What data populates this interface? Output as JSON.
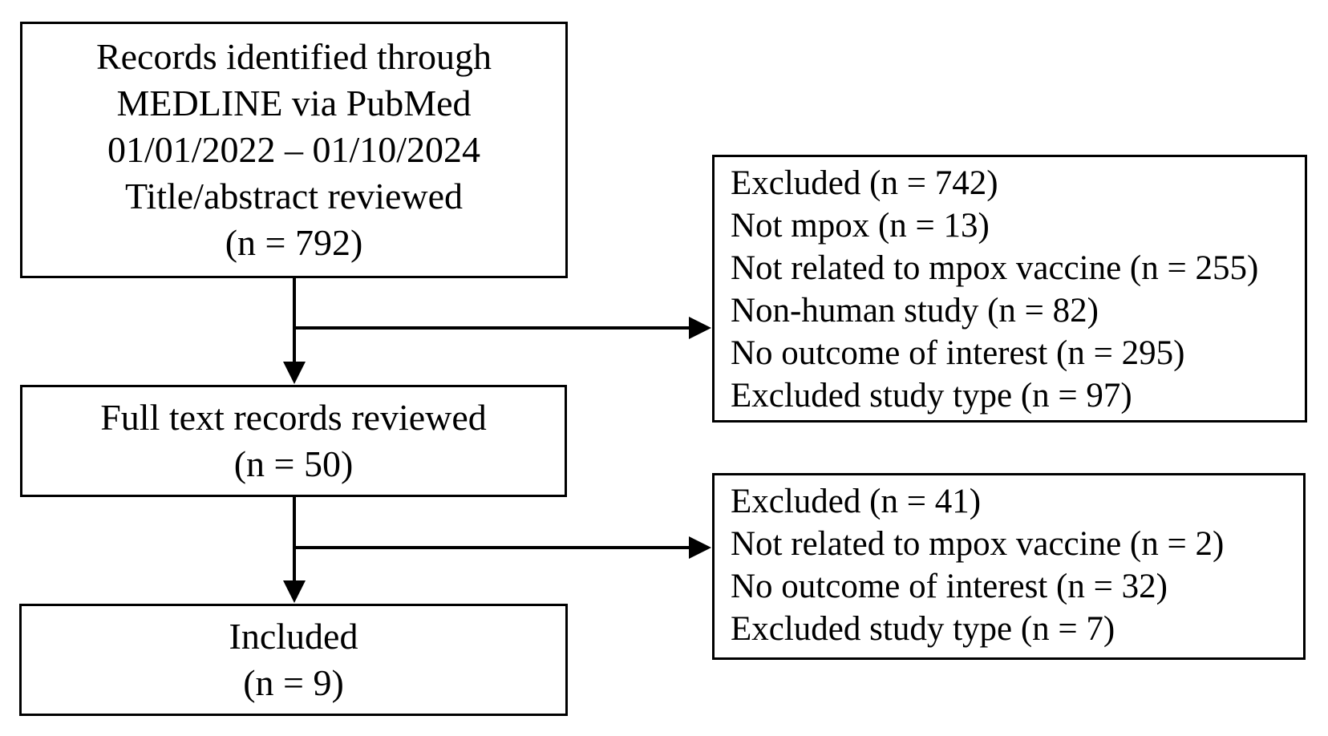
{
  "colors": {
    "border": "#000000",
    "text": "#000000",
    "background": "#ffffff"
  },
  "flowchart": {
    "identification_box": {
      "lines": [
        "Records identified through",
        "MEDLINE via PubMed",
        "01/01/2022 – 01/10/2024",
        "Title/abstract reviewed",
        "(n = 792)"
      ]
    },
    "excluded_abstract_box": {
      "lines": [
        "Excluded (n = 742)",
        "Not mpox (n = 13)",
        "Not related to mpox vaccine (n = 255)",
        "Non-human study (n = 82)",
        "No outcome of interest (n = 295)",
        "Excluded study type (n = 97)"
      ]
    },
    "fulltext_box": {
      "lines": [
        "Full text records reviewed",
        "(n = 50)"
      ]
    },
    "excluded_fulltext_box": {
      "lines": [
        "Excluded (n = 41)",
        "Not related to mpox vaccine (n = 2)",
        "No outcome of interest (n = 32)",
        "Excluded study type (n = 7)"
      ]
    },
    "included_box": {
      "lines": [
        "Included",
        "(n = 9)"
      ]
    }
  }
}
